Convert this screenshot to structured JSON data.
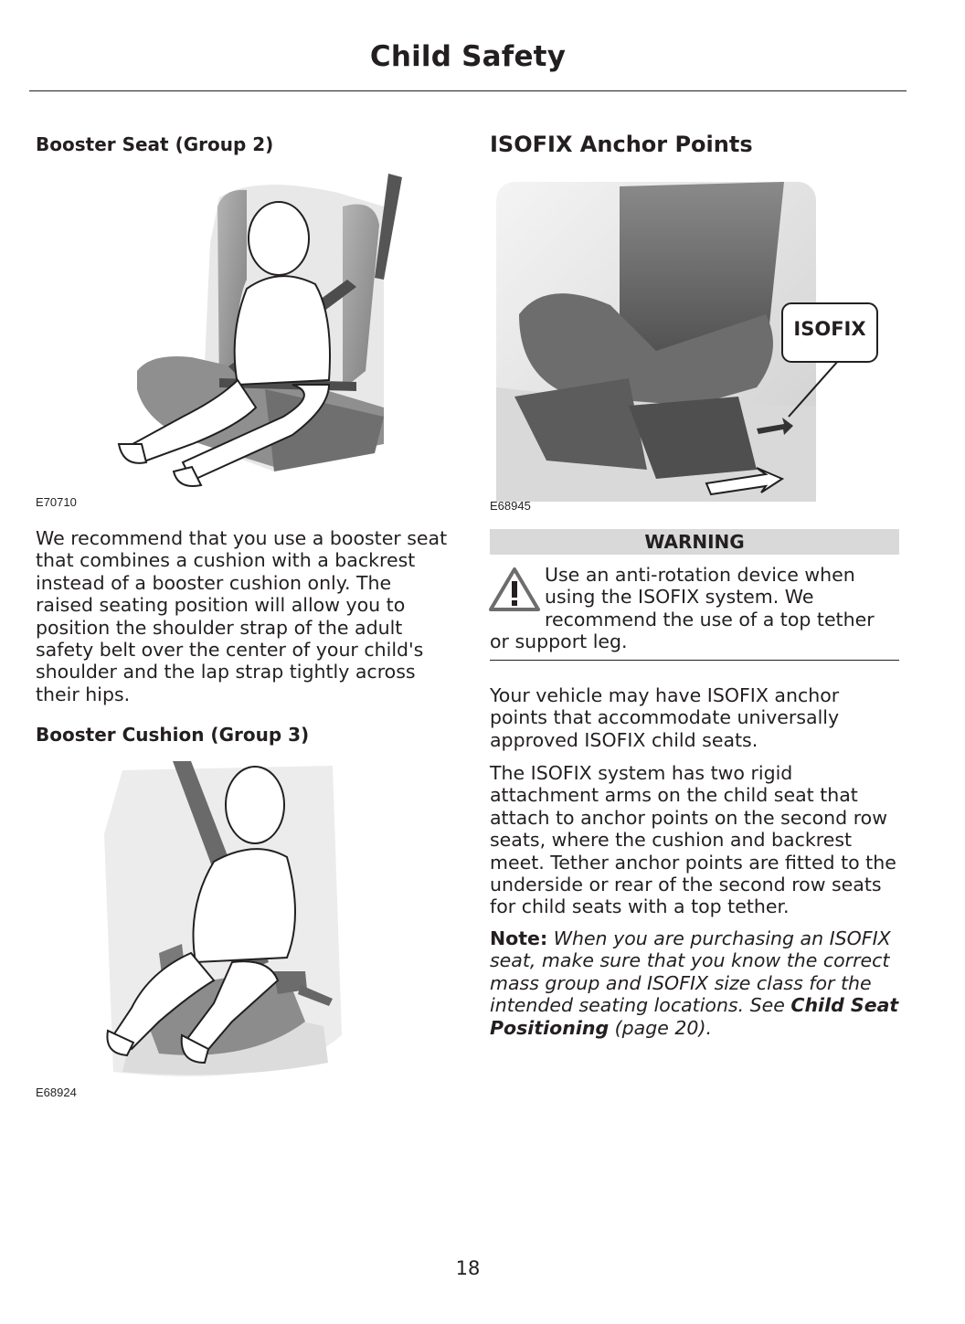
{
  "page": {
    "title": "Child Safety",
    "page_number": "18"
  },
  "left": {
    "booster_seat": {
      "heading": "Booster Seat (Group 2)",
      "figure_code": "E70710",
      "paragraph": "We recommend that you use a booster seat that combines a cushion with a backrest instead of a booster cushion only. The raised seating position will allow you to position the shoulder strap of the adult safety belt over the center of your child's shoulder and the lap strap tightly across their hips."
    },
    "booster_cushion": {
      "heading": "Booster Cushion (Group 3)",
      "figure_code": "E68924"
    }
  },
  "right": {
    "heading": "ISOFIX Anchor Points",
    "figure_code": "E68945",
    "figure_callout": "ISOFIX",
    "warning": {
      "title": "WARNING",
      "text": "Use an anti-rotation device when using the ISOFIX system. We recommend the use of a top tether or support leg."
    },
    "paragraphs": [
      "Your vehicle may have ISOFIX anchor points that accommodate universally approved ISOFIX child seats.",
      "The ISOFIX system has two rigid attachment arms on the child seat that attach to anchor points on the second row seats, where the cushion and backrest meet. Tether anchor points are fitted to the underside or rear of the second row seats for child seats with a top tether."
    ],
    "note": {
      "label": "Note:",
      "text": "When you are purchasing an ISOFIX seat, make sure that you know the correct mass group and ISOFIX size class for the intended seating locations.  See",
      "reference": "Child Seat Positioning",
      "page_ref": "(page 20)."
    }
  },
  "colors": {
    "text": "#231f20",
    "warning_bar": "#d9d9d9",
    "seat_grey": "#9a9a9a"
  }
}
